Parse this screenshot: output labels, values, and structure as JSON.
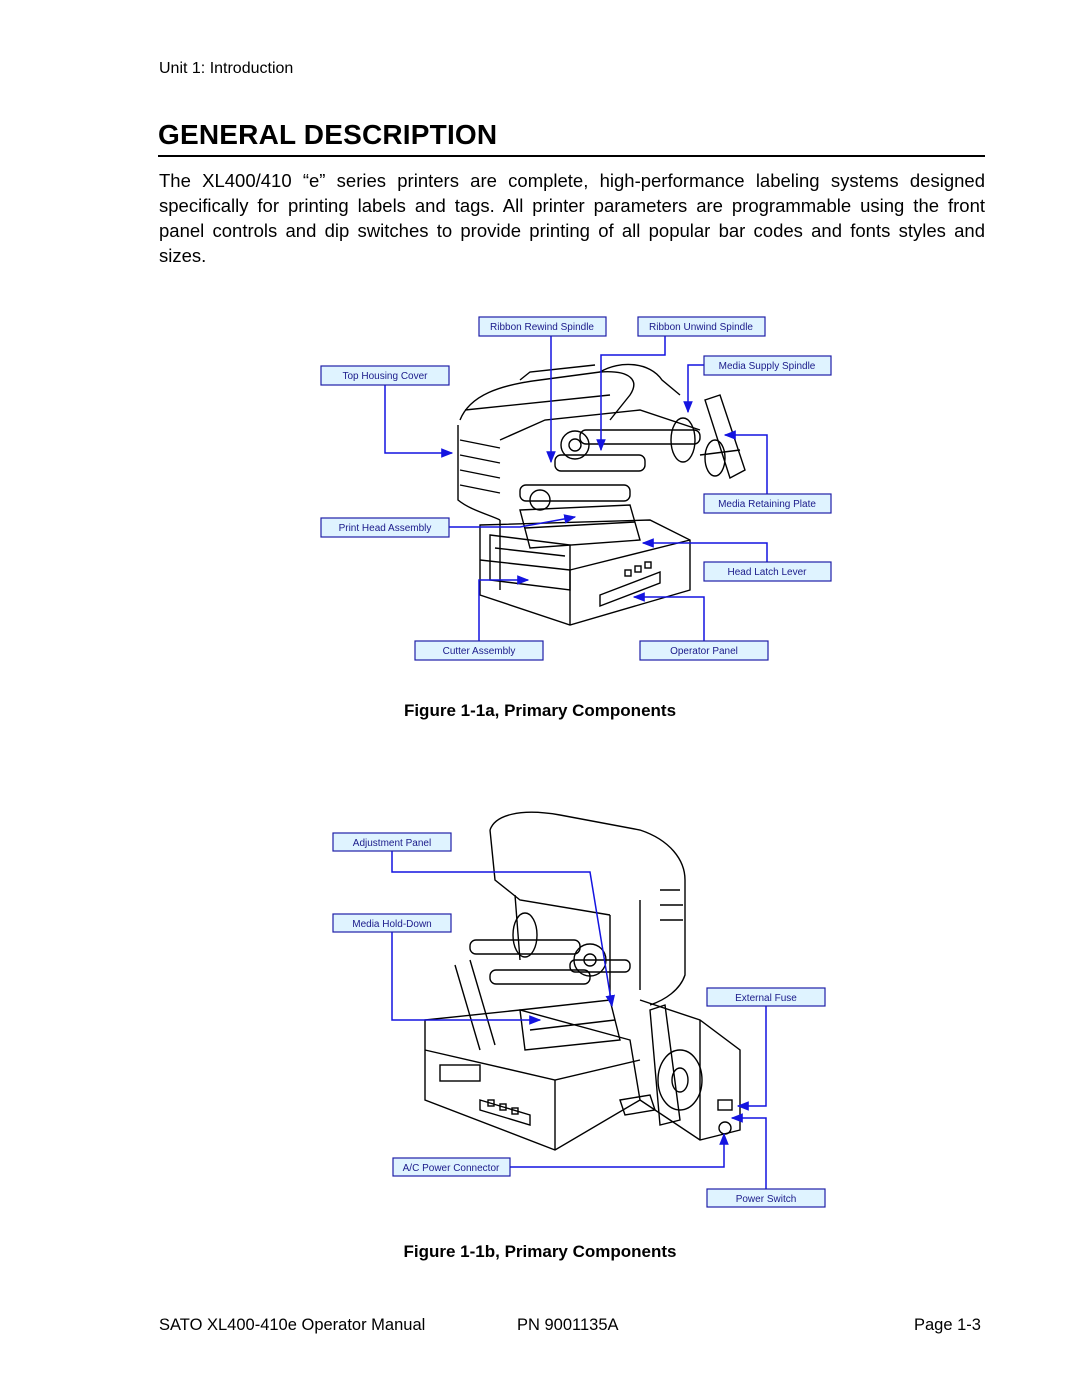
{
  "header": {
    "section": "Unit 1: Introduction"
  },
  "title": "GENERAL DESCRIPTION",
  "intro_paragraph": "The XL400/410 “e” series printers are complete, high-performance labeling systems designed specifically for printing labels and tags. All printer parameters are programmable using the front panel controls and dip switches to provide printing of all popular bar codes and fonts styles and sizes.",
  "figure_a": {
    "caption": "Figure 1-1a, Primary Components",
    "callouts": {
      "ribbon_rewind": "Ribbon Rewind Spindle",
      "ribbon_unwind": "Ribbon Unwind Spindle",
      "media_supply": "Media Supply Spindle",
      "top_housing": "Top Housing Cover",
      "media_retaining": "Media Retaining Plate",
      "print_head": "Print Head Assembly",
      "head_latch": "Head Latch Lever",
      "cutter": "Cutter Assembly",
      "operator_panel": "Operator Panel"
    }
  },
  "figure_b": {
    "caption": "Figure 1-1b, Primary Components",
    "callouts": {
      "adjustment_panel": "Adjustment Panel",
      "media_hold_down": "Media Hold-Down",
      "external_fuse": "External Fuse",
      "ac_power": "A/C Power Connector",
      "power_switch": "Power Switch"
    }
  },
  "footer": {
    "manual": "SATO XL400-410e Operator Manual",
    "part_number": "PN 9001135A",
    "page": "Page 1-3"
  },
  "colors": {
    "callout_border": "#1f1fa8",
    "callout_fill": "#dff3ff",
    "leader": "#1414e0"
  }
}
